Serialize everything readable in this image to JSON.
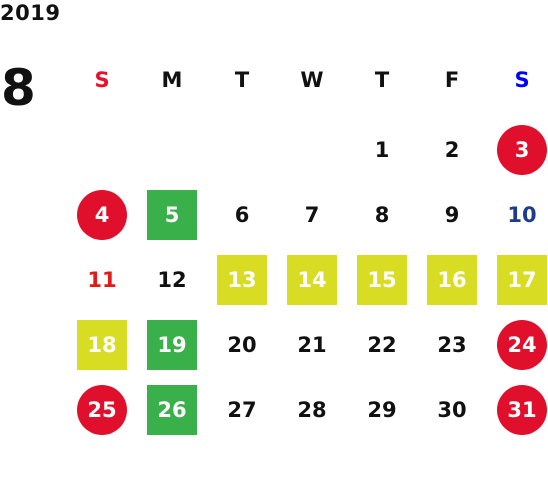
{
  "year": "2019",
  "month": "8",
  "colors": {
    "sunday": "#e8112d",
    "saturday": "#0000ff",
    "normal": "#111111",
    "holiday_circle": "#e00f2b",
    "green": "#3ab04a",
    "yellow": "#d8dc22",
    "navy": "#1f3c8c",
    "red_text": "#e21a1a"
  },
  "weekdays": [
    "S",
    "M",
    "T",
    "W",
    "T",
    "F",
    "S"
  ],
  "weeks": [
    [
      null,
      null,
      null,
      null,
      {
        "d": "1"
      },
      {
        "d": "2"
      },
      {
        "d": "3",
        "bg": "red"
      }
    ],
    [
      {
        "d": "4",
        "bg": "red"
      },
      {
        "d": "5",
        "bg": "green"
      },
      {
        "d": "6"
      },
      {
        "d": "7"
      },
      {
        "d": "8"
      },
      {
        "d": "9"
      },
      {
        "d": "10",
        "color": "navy"
      }
    ],
    [
      {
        "d": "11",
        "color": "red"
      },
      {
        "d": "12"
      },
      {
        "d": "13",
        "bg": "yellow"
      },
      {
        "d": "14",
        "bg": "yellow"
      },
      {
        "d": "15",
        "bg": "yellow"
      },
      {
        "d": "16",
        "bg": "yellow"
      },
      {
        "d": "17",
        "bg": "yellow"
      }
    ],
    [
      {
        "d": "18",
        "bg": "yellow"
      },
      {
        "d": "19",
        "bg": "green"
      },
      {
        "d": "20"
      },
      {
        "d": "21"
      },
      {
        "d": "22"
      },
      {
        "d": "23"
      },
      {
        "d": "24",
        "bg": "red"
      }
    ],
    [
      {
        "d": "25",
        "bg": "red"
      },
      {
        "d": "26",
        "bg": "green"
      },
      {
        "d": "27"
      },
      {
        "d": "28"
      },
      {
        "d": "29"
      },
      {
        "d": "30"
      },
      {
        "d": "31",
        "bg": "red"
      }
    ]
  ]
}
